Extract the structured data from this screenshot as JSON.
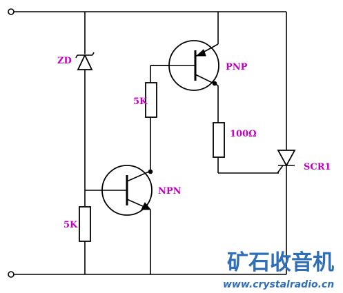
{
  "labels": {
    "zener": "ZD",
    "pnp": "PNP",
    "npn": "NPN",
    "r_top": "5K",
    "r_bottom": "5K",
    "r_100": "100Ω",
    "scr": "SCR1"
  },
  "watermark": {
    "brand": "矿石收音机",
    "url": "www.crystalradio.cn",
    "color": "#2f6fb8"
  },
  "colors": {
    "label": "#c000c0",
    "wire": "#000000"
  }
}
